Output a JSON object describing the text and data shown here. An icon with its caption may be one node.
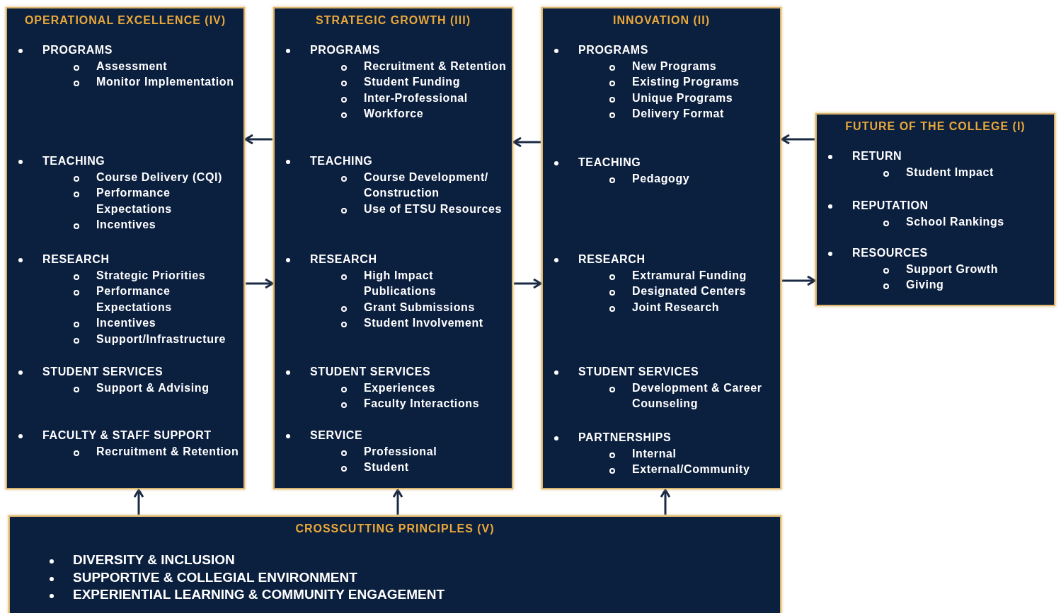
{
  "diagram": {
    "nodes": [
      {
        "text": [
          "OPERATIONAL EXCELLENCE (IV)",
          "PROGRAMS",
          "Assessment",
          "Monitor Implementation",
          "TEACHING",
          "Course Delivery (CQI)",
          "Performance Expectations",
          "Incentives",
          "RESEARCH",
          "Strategic Priorities",
          "Performance Expectations",
          "Incentives",
          "Support/Infrastructure",
          "STUDENT SERVICES",
          "Support & Advising",
          "FACULTY & STAFF SUPPORT",
          "Recruitment & Retention"
        ]
      },
      {
        "text": [
          "STRATEGIC GROWTH (III)",
          "PROGRAMS",
          "Recruitment & Retention",
          "Student Funding",
          "Inter-Professional",
          "Workforce",
          "TEACHING",
          "Course Development/ Construction",
          "Use of ETSU Resources",
          "RESEARCH",
          "High Impact Publications",
          "Grant Submissions",
          "Student Involvement",
          "STUDENT SERVICES",
          "Experiences",
          "Faculty Interactions",
          "SERVICE",
          "Professional",
          "Student"
        ]
      },
      {
        "text": [
          "INNOVATION (II)",
          "PROGRAMS",
          "New Programs",
          "Existing Programs",
          "Unique Programs",
          "Delivery Format",
          "TEACHING",
          "Pedagogy",
          "RESEARCH",
          "Extramural Funding",
          "Designated Centers",
          "Joint Research",
          "STUDENT SERVICES",
          "Development & Career Counseling",
          "PARTNERSHIPS",
          "Internal",
          "External/Community"
        ]
      },
      {
        "text": [
          "FUTURE OF THE COLLEGE (I)",
          "RETURN",
          "Student Impact",
          "REPUTATION",
          "School Rankings",
          "RESOURCES",
          "Support Growth",
          "Giving"
        ]
      },
      {
        "text": [
          "CROSSCUTTING PRINCIPLES (V)",
          "DIVERSITY & INCLUSION",
          "SUPPORTIVE & COLLEGIAL ENVIRONMENT",
          "EXPERIENTIAL LEARNING & COMMUNITY ENGAGEMENT"
        ]
      }
    ],
    "edges": [
      {
        "from": 1,
        "to": 0,
        "arrow": "to"
      },
      {
        "from": 2,
        "to": 1,
        "arrow": "to"
      },
      {
        "from": 3,
        "to": 2,
        "arrow": "to"
      },
      {
        "from": 0,
        "to": 1,
        "arrow": "to"
      },
      {
        "from": 1,
        "to": 2,
        "arrow": "to"
      },
      {
        "from": 2,
        "to": 3,
        "arrow": "to"
      },
      {
        "from": 4,
        "to": 0,
        "arrow": "to"
      },
      {
        "from": 4,
        "to": 1,
        "arrow": "to"
      },
      {
        "from": 4,
        "to": 2,
        "arrow": "to"
      }
    ]
  }
}
